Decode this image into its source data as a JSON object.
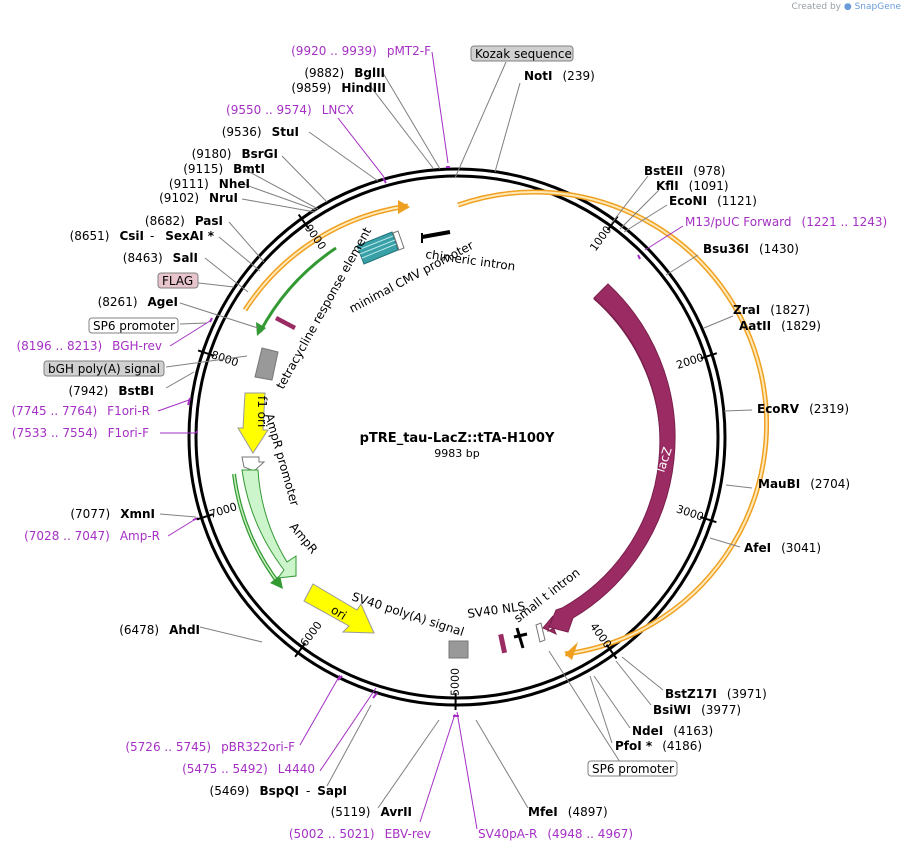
{
  "credit": {
    "prefix": "Created by",
    "brand": "SnapGene"
  },
  "plasmid": {
    "name": "pTRE_tau-LacZ::tTA-H100Y",
    "size_label": "9983 bp",
    "length": 9983
  },
  "ticks": [
    "1000",
    "2000",
    "3000",
    "4000",
    "5000",
    "6000",
    "7000",
    "8000",
    "9000"
  ],
  "sites": [
    {
      "id": "NotI",
      "name": "NotI",
      "pos": "(239)",
      "type": "enzyme"
    },
    {
      "id": "BstEII",
      "name": "BstEII",
      "pos": "(978)",
      "type": "enzyme"
    },
    {
      "id": "KflI",
      "name": "KflI",
      "pos": "(1091)",
      "type": "enzyme"
    },
    {
      "id": "EcoNI",
      "name": "EcoNI",
      "pos": "(1121)",
      "type": "enzyme"
    },
    {
      "id": "M13",
      "name": "M13/pUC Forward",
      "pos": "(1221 .. 1243)",
      "type": "primer"
    },
    {
      "id": "Bsu36I",
      "name": "Bsu36I",
      "pos": "(1430)",
      "type": "enzyme"
    },
    {
      "id": "ZraI",
      "name": "ZraI",
      "pos": "(1827)",
      "type": "enzyme"
    },
    {
      "id": "AatII",
      "name": "AatII",
      "pos": "(1829)",
      "type": "enzyme"
    },
    {
      "id": "EcoRV",
      "name": "EcoRV",
      "pos": "(2319)",
      "type": "enzyme"
    },
    {
      "id": "MauBI",
      "name": "MauBI",
      "pos": "(2704)",
      "type": "enzyme"
    },
    {
      "id": "AfeI",
      "name": "AfeI",
      "pos": "(3041)",
      "type": "enzyme"
    },
    {
      "id": "BstZ17I",
      "name": "BstZ17I",
      "pos": "(3971)",
      "type": "enzyme"
    },
    {
      "id": "BsiWI",
      "name": "BsiWI",
      "pos": "(3977)",
      "type": "enzyme"
    },
    {
      "id": "NdeI",
      "name": "NdeI",
      "pos": "(4163)",
      "type": "enzyme"
    },
    {
      "id": "PfoI",
      "name": "PfoI *",
      "pos": "(4186)",
      "type": "enzyme"
    },
    {
      "id": "MfeI",
      "name": "MfeI",
      "pos": "(4897)",
      "type": "enzyme"
    },
    {
      "id": "SV40pA-R",
      "name": "SV40pA-R",
      "pos": "(4948 .. 4967)",
      "type": "primer"
    },
    {
      "id": "EBV-rev",
      "name": "EBV-rev",
      "pos": "(5002 .. 5021)",
      "type": "primer"
    },
    {
      "id": "AvrII",
      "name": "AvrII",
      "pos": "(5119)",
      "type": "enzyme"
    },
    {
      "id": "BspQI",
      "name": "BspQI",
      "pos": "(5469)",
      "type": "enzyme"
    },
    {
      "id": "SapI",
      "name": "SapI",
      "pos": "",
      "type": "enzyme"
    },
    {
      "id": "L4440",
      "name": "L4440",
      "pos": "(5475 .. 5492)",
      "type": "primer"
    },
    {
      "id": "pBR322ori-F",
      "name": "pBR322ori-F",
      "pos": "(5726 .. 5745)",
      "type": "primer"
    },
    {
      "id": "AhdI",
      "name": "AhdI",
      "pos": "(6478)",
      "type": "enzyme"
    },
    {
      "id": "Amp-R",
      "name": "Amp-R",
      "pos": "(7028 .. 7047)",
      "type": "primer"
    },
    {
      "id": "XmnI",
      "name": "XmnI",
      "pos": "(7077)",
      "type": "enzyme"
    },
    {
      "id": "F1ori-F",
      "name": "F1ori-F",
      "pos": "(7533 .. 7554)",
      "type": "primer"
    },
    {
      "id": "F1ori-R",
      "name": "F1ori-R",
      "pos": "(7745 .. 7764)",
      "type": "primer"
    },
    {
      "id": "BstBI",
      "name": "BstBI",
      "pos": "(7942)",
      "type": "enzyme"
    },
    {
      "id": "BGH-rev",
      "name": "BGH-rev",
      "pos": "(8196 .. 8213)",
      "type": "primer"
    },
    {
      "id": "AgeI",
      "name": "AgeI",
      "pos": "(8261)",
      "type": "enzyme"
    },
    {
      "id": "SalI",
      "name": "SalI",
      "pos": "(8463)",
      "type": "enzyme"
    },
    {
      "id": "CsiI",
      "name": "CsiI",
      "pos": "(8651)",
      "type": "enzyme"
    },
    {
      "id": "SexAI",
      "name": "SexAI *",
      "pos": "",
      "type": "enzyme"
    },
    {
      "id": "PasI",
      "name": "PasI",
      "pos": "(8682)",
      "type": "enzyme"
    },
    {
      "id": "NruI",
      "name": "NruI",
      "pos": "(9102)",
      "type": "enzyme"
    },
    {
      "id": "NheI",
      "name": "NheI",
      "pos": "(9111)",
      "type": "enzyme"
    },
    {
      "id": "BmtI",
      "name": "BmtI",
      "pos": "(9115)",
      "type": "enzyme"
    },
    {
      "id": "BsrGI",
      "name": "BsrGI",
      "pos": "(9180)",
      "type": "enzyme"
    },
    {
      "id": "StuI",
      "name": "StuI",
      "pos": "(9536)",
      "type": "enzyme"
    },
    {
      "id": "LNCX",
      "name": "LNCX",
      "pos": "(9550 .. 9574)",
      "type": "primer"
    },
    {
      "id": "HindIII",
      "name": "HindIII",
      "pos": "(9859)",
      "type": "enzyme"
    },
    {
      "id": "BglII",
      "name": "BglII",
      "pos": "(9882)",
      "type": "enzyme"
    },
    {
      "id": "pMT2-F",
      "name": "pMT2-F",
      "pos": "(9920 .. 9939)",
      "type": "primer"
    }
  ],
  "boxed_labels": [
    {
      "id": "kozak",
      "text": "Kozak sequence",
      "fill": "#d0d0d0"
    },
    {
      "id": "flag",
      "text": "FLAG",
      "fill": "#e8c4cc"
    },
    {
      "id": "sp6-top",
      "text": "SP6 promoter",
      "fill": "#ffffff"
    },
    {
      "id": "bgh",
      "text": "bGH poly(A) signal",
      "fill": "#d0d0d0"
    },
    {
      "id": "sp6-bottom",
      "text": "SP6 promoter",
      "fill": "#ffffff"
    }
  ],
  "features": [
    {
      "id": "lacZ",
      "label": "lacZ",
      "color": "#9b2c63"
    },
    {
      "id": "f1ori",
      "label": "f1 ori",
      "color": "#ffff00"
    },
    {
      "id": "ampr",
      "label": "AmpR",
      "color": "#ccf5cc"
    },
    {
      "id": "ori",
      "label": "ori",
      "color": "#ffff00"
    },
    {
      "id": "tre",
      "label": "tetracycline response element",
      "color": "#39a0a8"
    },
    {
      "id": "mincmv",
      "label": "minimal CMV promoter",
      "color": "#ffffff"
    },
    {
      "id": "chimeric",
      "label": "chimeric intron",
      "color": "#000000"
    },
    {
      "id": "amprpromoter",
      "label": "AmpR promoter",
      "color": "#ffffff"
    },
    {
      "id": "sv40pa",
      "label": "SV40 poly(A) signal",
      "color": "#999999"
    },
    {
      "id": "sv40nls",
      "label": "SV40 NLS",
      "color": "#9b2c63"
    },
    {
      "id": "smallt",
      "label": "small t intron",
      "color": "#ffffff"
    },
    {
      "id": "bgh-feature",
      "label": "bGH poly(A) signal",
      "color": "#999999"
    }
  ],
  "colors": {
    "backbone": "#000000",
    "orf_orange": "#f0a020",
    "orf_green": "#339933",
    "primer": "#a530c4"
  }
}
